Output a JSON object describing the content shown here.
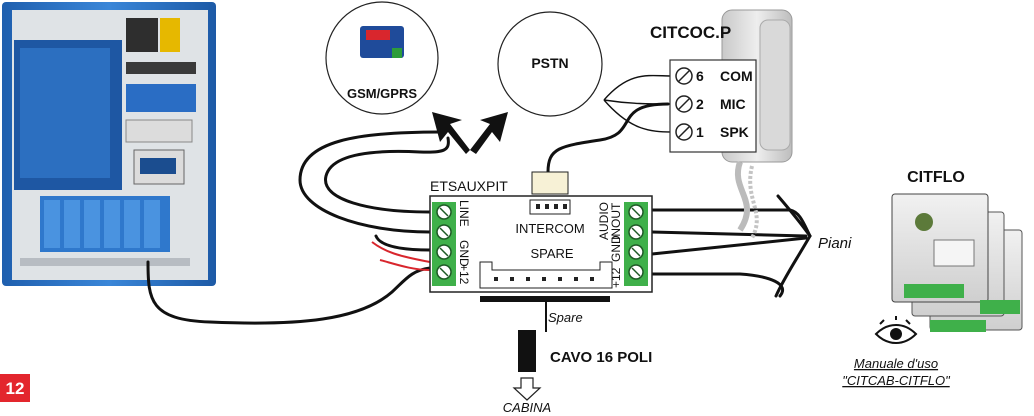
{
  "page_number": "12",
  "page_number_color": "#e3262d",
  "cloud_gsm": "GSM/GPRS",
  "cloud_pstn": "PSTN",
  "handset_title": "CITCOC.P",
  "handset_terminals": [
    {
      "num": "6",
      "label": "COM"
    },
    {
      "num": "2",
      "label": "MIC"
    },
    {
      "num": "1",
      "label": "SPK"
    }
  ],
  "module_title": "ETSAUXPIT",
  "left_connector_labels": [
    "LINE",
    "GND",
    "+12"
  ],
  "right_connector_labels": [
    "AUDIO",
    "INOUT",
    "GND",
    "+12"
  ],
  "intercom_label": "INTERCOM",
  "spare_label": "SPARE",
  "spare_bus_label": "Spare",
  "cable_label": "CAVO 16 POLI",
  "cabina_label": "CABINA",
  "piani_label": "Piani",
  "citflo_title": "CITFLO",
  "manual_line1": "Manuale d'uso",
  "manual_line2": "\"CITCAB-CITFLO\"",
  "icons": [
    "eye-icon",
    "down-arrow-icon"
  ],
  "colors": {
    "connector_green": "#3fb04a",
    "cabinet_blue": "#2b74c9",
    "red_wire": "#d8262d"
  }
}
